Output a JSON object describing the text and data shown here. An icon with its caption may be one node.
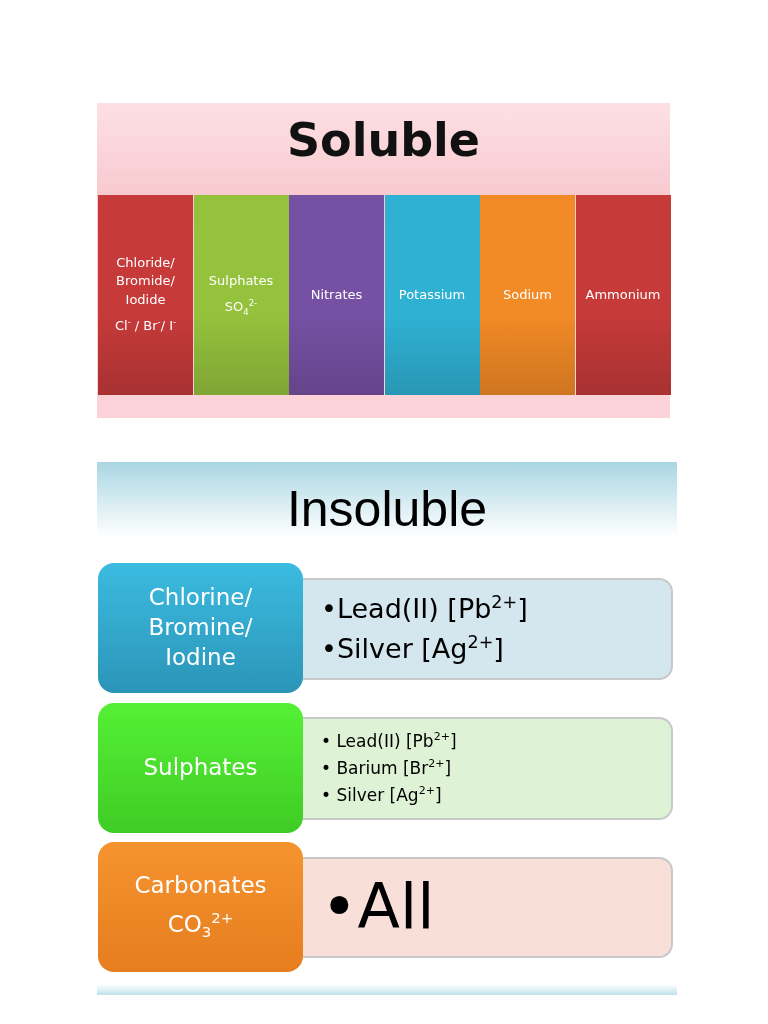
{
  "diagram": {
    "nodes": [
      {
        "text": [
          "Soluble"
        ]
      },
      {
        "text": [
          "Chloride/ Bromide/ Iodide",
          "Cl$^{-}$ / Br$^{-}$/ I$^{-}$"
        ],
        "in": 0
      },
      {
        "text": [
          "Sulphates",
          "SO$_{4}$$^{2-}$"
        ],
        "in": 0
      },
      {
        "text": [
          "Nitrates"
        ],
        "in": 0
      },
      {
        "text": [
          "Potassium"
        ],
        "in": 0
      },
      {
        "text": [
          "Sodium"
        ],
        "in": 0
      },
      {
        "text": [
          "Ammonium"
        ],
        "in": 0
      },
      {
        "text": [
          "Insoluble"
        ]
      },
      {
        "text": [
          "Chlorine/ Bromine/ Iodine"
        ],
        "in": 7
      },
      {
        "text": [
          "•Lead(II) [Pb$^{2+}$]",
          "•Silver [Ag$^{2+}$]"
        ],
        "in": 7
      },
      {
        "text": [
          "Sulphates"
        ],
        "in": 7
      },
      {
        "text": [
          "• Lead(II) [Pb$^{2+}$]",
          "• Barium [Br$^{2+}$]",
          "• Silver [Ag$^{2+}$]"
        ],
        "in": 7
      },
      {
        "text": [
          "Carbonates",
          "CO$_{3}$$^{2+}$"
        ],
        "in": 7
      },
      {
        "text": [
          "•All"
        ],
        "in": 7
      }
    ]
  }
}
